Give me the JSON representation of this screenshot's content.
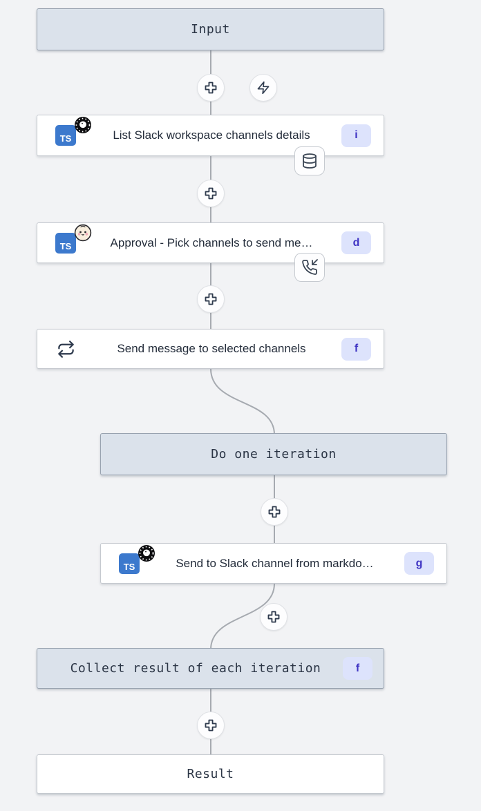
{
  "app": "flow-editor",
  "colors": {
    "page_bg": "#f2f3f5",
    "header_node_bg": "#dbe2eb",
    "header_node_border": "#98a2af",
    "task_node_bg": "#ffffff",
    "task_node_border": "#c5c9cf",
    "edge": "#a6aab0",
    "badge_bg": "#dde3fc",
    "badge_text": "#4136c4",
    "typescript_blue": "#3c79cd"
  },
  "icons": {
    "ts_label": "TS"
  },
  "nodes": [
    {
      "id": "input",
      "type": "header",
      "label": "Input"
    },
    {
      "id": "list-channels",
      "type": "task",
      "label": "List Slack workspace channels details",
      "badge": "i",
      "language": "typescript-deno",
      "attachment": "database"
    },
    {
      "id": "approval",
      "type": "task",
      "label": "Approval - Pick channels to send me…",
      "badge": "d",
      "language": "typescript-bun",
      "attachment": "phone-incoming"
    },
    {
      "id": "send-message",
      "type": "task",
      "label": "Send message to selected channels",
      "badge": "f",
      "icon": "repeat"
    },
    {
      "id": "iteration",
      "type": "header",
      "label": "Do one iteration"
    },
    {
      "id": "send-slack",
      "type": "task",
      "label": "Send to Slack channel from markdo…",
      "badge": "g",
      "language": "typescript-deno"
    },
    {
      "id": "collect",
      "type": "header",
      "label": "Collect result of each iteration",
      "badge": "f"
    },
    {
      "id": "result",
      "type": "header",
      "label": "Result"
    }
  ]
}
